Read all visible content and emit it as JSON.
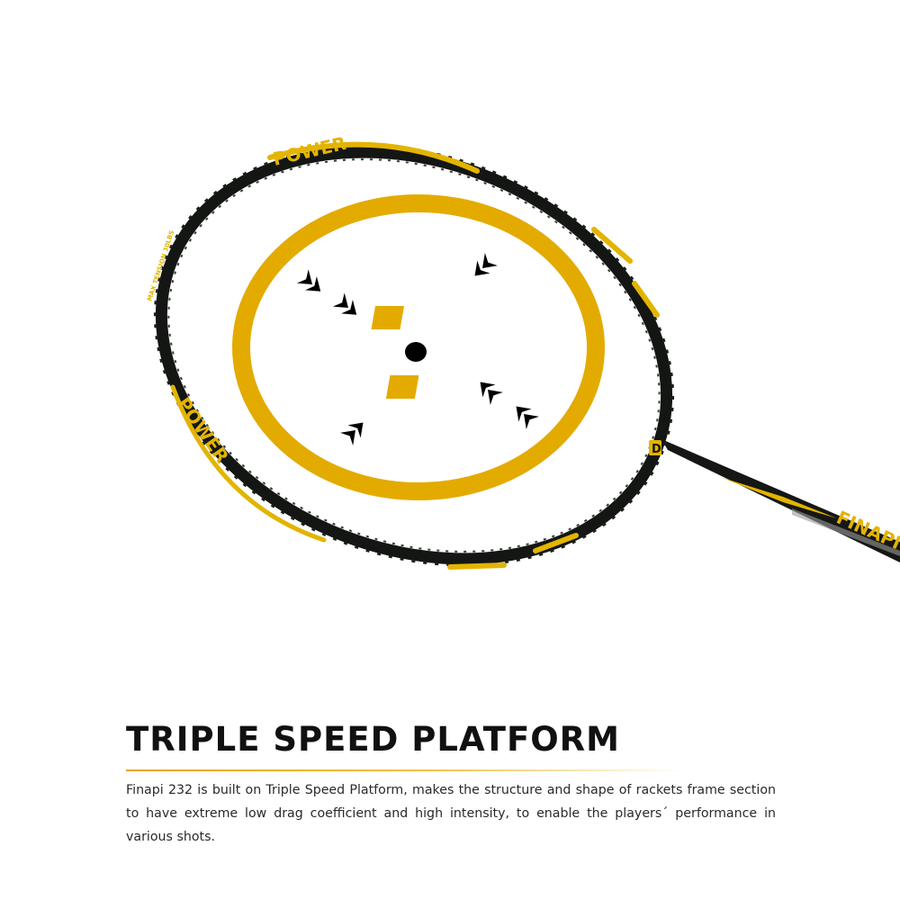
{
  "racket": {
    "frame_text_top": "POWER",
    "frame_text_left": "POWER",
    "frame_side_text": "MAX TENSION 30LBS",
    "shaft_text": "FINAPI",
    "logo_text": "D"
  },
  "section": {
    "title": "TRIPLE SPEED PLATFORM",
    "description": "Finapi 232 is built on Triple Speed Platform, makes the structure and shape of rackets frame section to have extreme low drag coefficient and high intensity, to enable the players´ performance in various shots."
  },
  "colors": {
    "accent": "#e3ab00",
    "frame": "#141614",
    "text": "#111111",
    "background": "#ffffff"
  }
}
